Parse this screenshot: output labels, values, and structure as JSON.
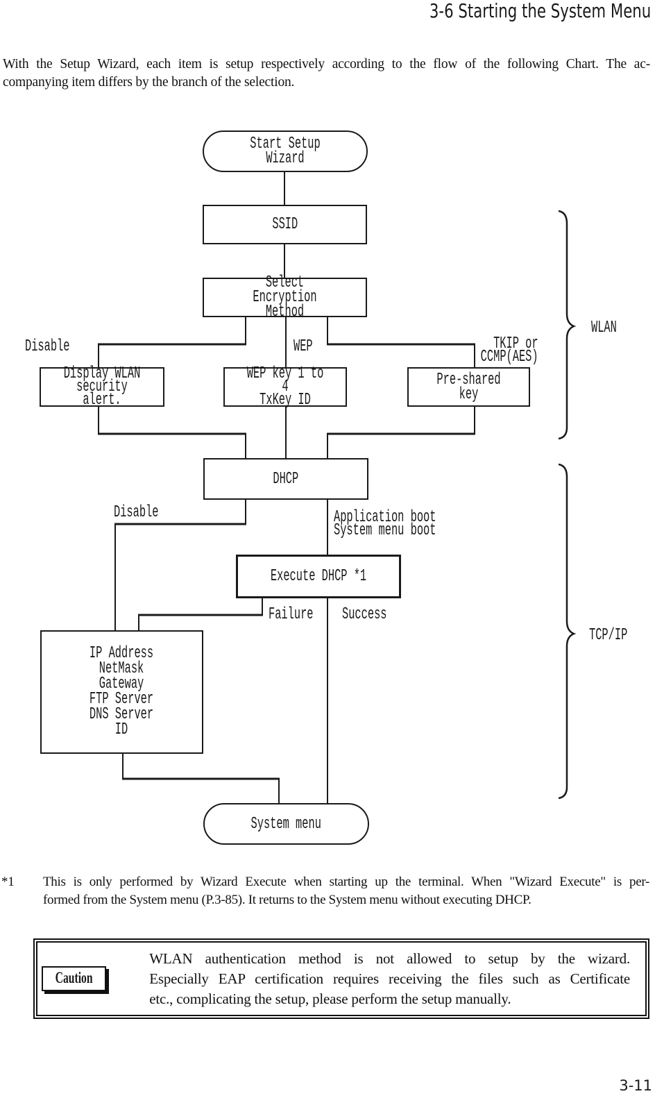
{
  "ink": "#1a1a1a",
  "header": {
    "title": "3-6 Starting the System Menu"
  },
  "intro": {
    "line1": "With the Setup Wizard, each item is setup respectively according to the flow of the following Chart. The ac-",
    "line2": "companying item differs by the branch of the selection."
  },
  "flowchart": {
    "nodes": {
      "start": "Start Setup Wizard",
      "ssid": "SSID",
      "select_encryption": "Select Encryption Method",
      "display_wlan": "Display WLAN\nsecurity alert.",
      "wep_key": "WEP key 1 to 4\nTxKey ID",
      "pre_shared_key": "Pre-shared key",
      "dhcp": "DHCP",
      "execute_dhcp": "Execute DHCP *1",
      "ip_settings": "IP Address\nNetMask\nGateway\nFTP Server\nDNS Server\nID",
      "system_menu": "System menu"
    },
    "branch_labels": {
      "encryption_disable": "Disable",
      "encryption_wep": "WEP",
      "encryption_tkip": "TKIP or\nCCMP(AES)",
      "dhcp_disable": "Disable",
      "dhcp_boot": "Application boot\nSystem menu boot",
      "dhcp_failure": "Failure",
      "dhcp_success": "Success"
    },
    "group_labels": {
      "wlan": "WLAN",
      "tcpip": "TCP/IP"
    }
  },
  "footnote": {
    "marker": "*1",
    "line1": "This is only performed by Wizard Execute when starting up the terminal. When \"Wizard Execute\" is per-",
    "line2": "formed from the System menu (P.3-85). It returns to the System menu without executing DHCP."
  },
  "caution": {
    "badge": "Caution",
    "line1": "WLAN authentication method is not allowed to setup by the wizard.",
    "line2": "Especially EAP certification requires receiving the files such as Certificate",
    "line3": "etc., complicating the setup, please perform the setup manually."
  },
  "footer": {
    "page_number": "3-11"
  }
}
